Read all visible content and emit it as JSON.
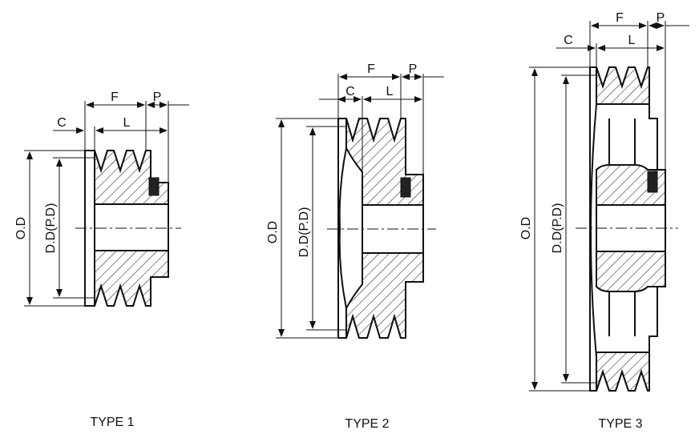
{
  "figure": {
    "types": [
      {
        "caption": "TYPE 1",
        "dims": {
          "od": "O.D",
          "dd": "D.D(P.D)",
          "c": "C",
          "f": "F",
          "l": "L",
          "p": "P"
        }
      },
      {
        "caption": "TYPE 2",
        "dims": {
          "od": "O.D",
          "dd": "D.D(P.D)",
          "c": "C",
          "f": "F",
          "l": "L",
          "p": "P"
        }
      },
      {
        "caption": "TYPE 3",
        "dims": {
          "od": "O.D",
          "dd": "D.D(P.D)",
          "c": "C",
          "f": "F",
          "l": "L",
          "p": "P"
        }
      }
    ]
  }
}
